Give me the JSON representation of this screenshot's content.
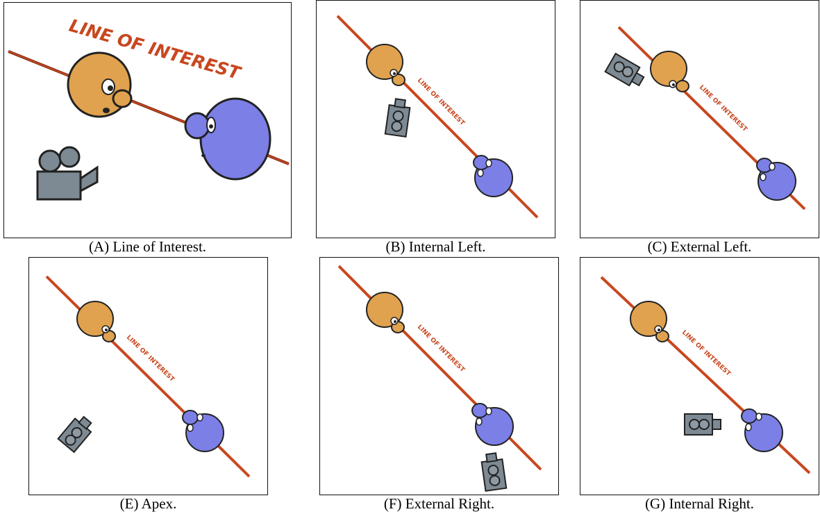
{
  "panels": [
    {
      "id": "A",
      "caption": "(A) Line of Interest.",
      "label": "LINE OF INTEREST"
    },
    {
      "id": "B",
      "caption": "(B) Internal Left.",
      "label": "LINE OF INTEREST"
    },
    {
      "id": "C",
      "caption": "(C) External Left.",
      "label": "LINE OF INTEREST"
    },
    {
      "id": "E",
      "caption": "(E) Apex.",
      "label": "LINE OF INTEREST"
    },
    {
      "id": "F",
      "caption": "(F) External Right.",
      "label": "LINE OF INTEREST"
    },
    {
      "id": "G",
      "caption": "(G) Internal Right.",
      "label": "LINE OF INTEREST"
    }
  ],
  "colors": {
    "line": "#c8471f",
    "orange_head": "#e0a24f",
    "blue_head": "#7b7fe6",
    "camera": "#7d8a94"
  },
  "icons": [
    "orange-character-icon",
    "blue-character-icon",
    "camera-icon"
  ]
}
